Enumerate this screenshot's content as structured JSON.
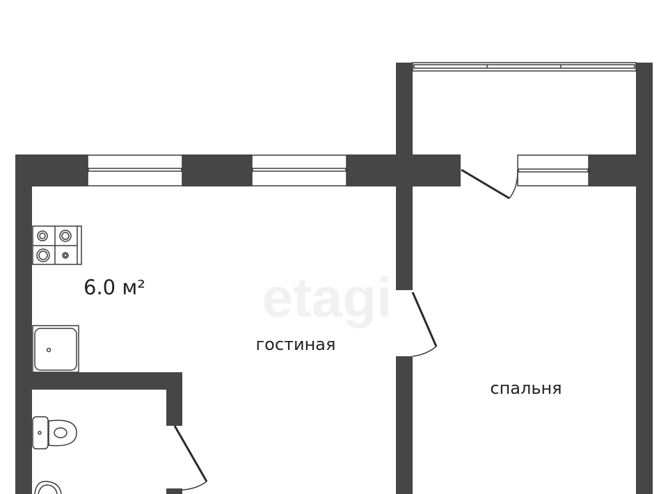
{
  "plan": {
    "kitchen_area": "6.0 м²",
    "rooms": {
      "living_room": "гостиная",
      "bedroom": "спальня"
    },
    "watermark": "etagi"
  },
  "colors": {
    "wall": "#464646",
    "background": "#ffffff"
  }
}
